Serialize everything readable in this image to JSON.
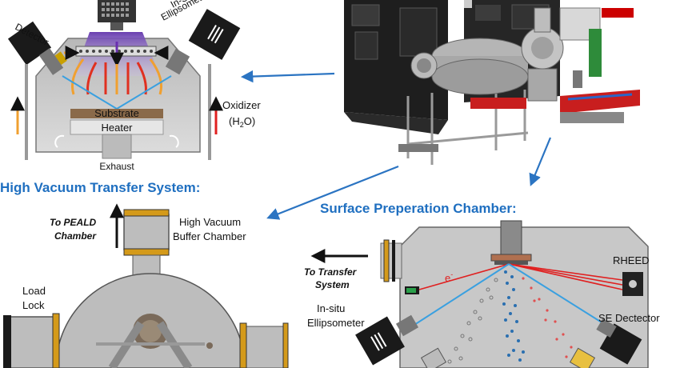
{
  "peald": {
    "detector_label": "Detector",
    "ellipsometer_label_1": "In-Situ",
    "ellipsometer_label_2": "Ellipsometer",
    "substrate_label": "Substrate",
    "heater_label": "Heater",
    "exhaust_label": "Exhaust",
    "oxidizer_label": "Oxidizer",
    "oxidizer_formula": "(H",
    "oxidizer_sub": "2",
    "oxidizer_end": "O)"
  },
  "transfer": {
    "title": "High Vacuum Transfer System:",
    "to_peald_1": "To PEALD",
    "to_peald_2": "Chamber",
    "buffer_1": "High Vacuum",
    "buffer_2": "Buffer Chamber",
    "loadlock_1": "Load",
    "loadlock_2": "Lock"
  },
  "surface": {
    "title": "Surface Preperation Chamber:",
    "to_transfer_1": "To Transfer",
    "to_transfer_2": "System",
    "electron_label": "e",
    "electron_sup": "-",
    "rheed_label": "RHEED",
    "insitu_1": "In-situ",
    "insitu_2": "Ellipsometer",
    "se_label": "SE Dectector"
  },
  "colors": {
    "title_blue": "#1f6fc0",
    "arrow_blue": "#2b74c2",
    "beam_red": "#e02020",
    "beam_blue": "#3aa0e0",
    "orange": "#f0a030",
    "chamber_gray": "#c8c8c8",
    "gold": "#d49a1a"
  }
}
